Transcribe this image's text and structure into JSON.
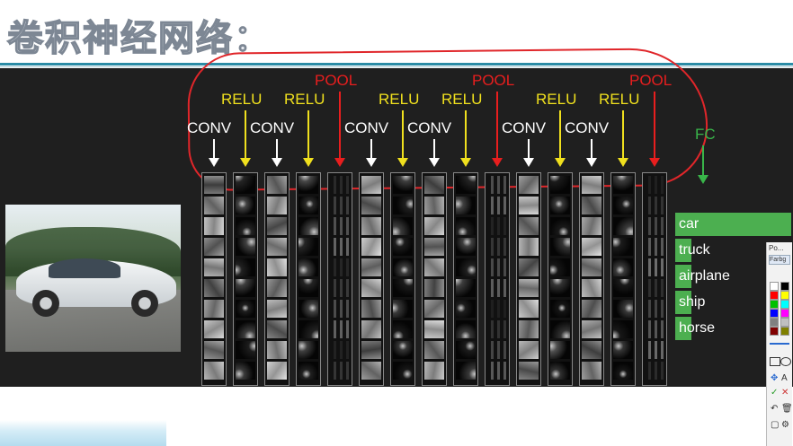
{
  "title": "卷积神经网络：",
  "labels": {
    "conv": "CONV",
    "relu": "RELU",
    "pool": "POOL",
    "fc": "FC"
  },
  "classes": [
    {
      "label": "car",
      "score": 1.0
    },
    {
      "label": "truck",
      "score": 0.08
    },
    {
      "label": "airplane",
      "score": 0.07
    },
    {
      "label": "ship",
      "score": 0.06
    },
    {
      "label": "horse",
      "score": 0.05
    }
  ],
  "palette": {
    "title": "Po...",
    "tab": "Farbg",
    "colors": [
      "#ffffff",
      "#000000",
      "#ff0000",
      "#ffff00",
      "#00c000",
      "#00ffff",
      "#0000ff",
      "#ff00ff",
      "#808080",
      "#c0c0c0",
      "#800000",
      "#808000"
    ]
  },
  "colors": {
    "conv": "#ffffff",
    "relu": "#f0e01e",
    "pool": "#e81e1e",
    "fc": "#39b54a",
    "output_bar": "#4caf50"
  }
}
